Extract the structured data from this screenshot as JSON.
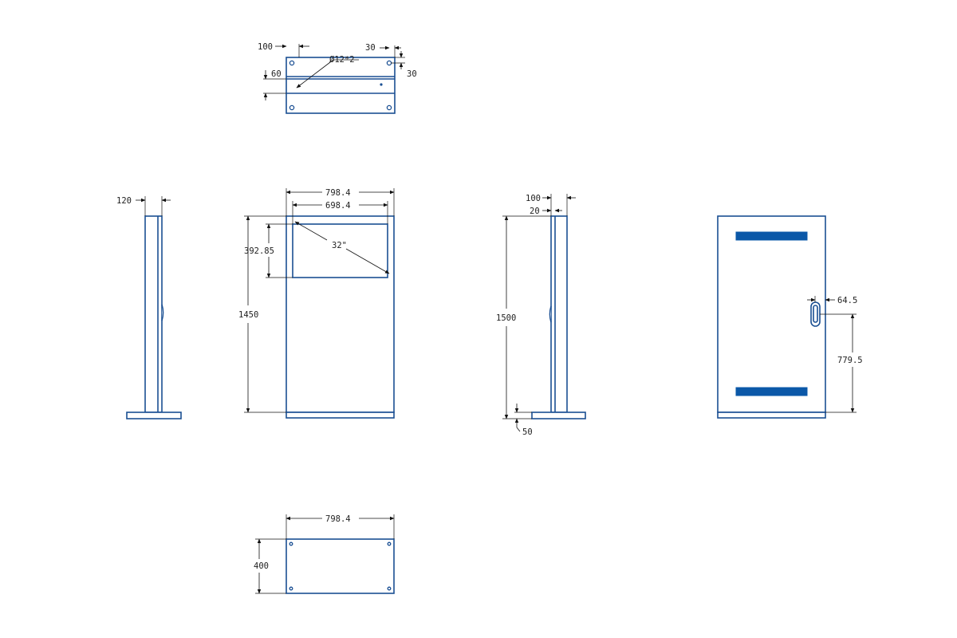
{
  "drawing": {
    "views": [
      "top-view",
      "side-view-left",
      "front-view",
      "side-view-right",
      "back-view",
      "base-plate-view"
    ],
    "colors": {
      "outline": "#1a4f93",
      "fill": "#0b58a8",
      "dimension": "#111111"
    },
    "dimensions": {
      "top_left_offset": "100",
      "top_right_offset": "30",
      "top_right_vertical": "30",
      "top_left_vertical": "60",
      "hole_spec": "Ø12*2",
      "left_depth": "120",
      "front_width": "798.4",
      "screen_width": "698.4",
      "screen_height": "392.85",
      "screen_diagonal": "32\"",
      "front_height": "1450",
      "right_depth": "100",
      "right_inner_offset": "20",
      "right_height": "1500",
      "base_thickness": "50",
      "lock_offset": "64.5",
      "lock_height": "779.5",
      "base_width": "798.4",
      "base_depth": "400"
    }
  }
}
